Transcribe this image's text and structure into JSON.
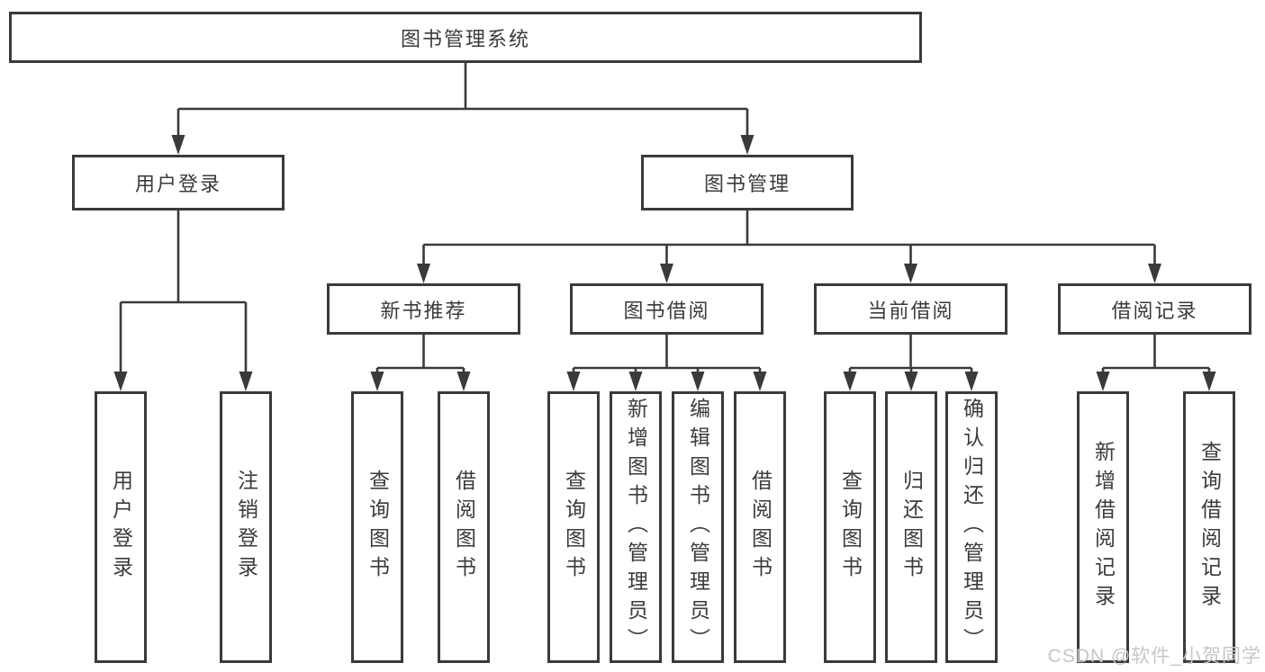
{
  "colors": {
    "line": "#3a3a3a",
    "box_border": "#3a3a3a",
    "text": "#3b3b3b",
    "background": "#ffffff",
    "watermark": "#c3c7ca"
  },
  "root": {
    "label": "图书管理系统"
  },
  "branches": [
    {
      "label": "用户登录",
      "children": [
        "用户登录",
        "注销登录"
      ]
    },
    {
      "label": "图书管理",
      "sections": [
        {
          "label": "新书推荐",
          "children": [
            "查询图书",
            "借阅图书"
          ]
        },
        {
          "label": "图书借阅",
          "children": [
            "查询图书",
            "新增图书（管理员）",
            "编辑图书（管理员）",
            "借阅图书"
          ]
        },
        {
          "label": "当前借阅",
          "children": [
            "查询图书",
            "归还图书",
            "确认归还（管理员）"
          ]
        },
        {
          "label": "借阅记录",
          "children": [
            "新增借阅记录",
            "查询借阅记录"
          ]
        }
      ]
    }
  ],
  "watermark": "CSDN @软件_小贺同学"
}
